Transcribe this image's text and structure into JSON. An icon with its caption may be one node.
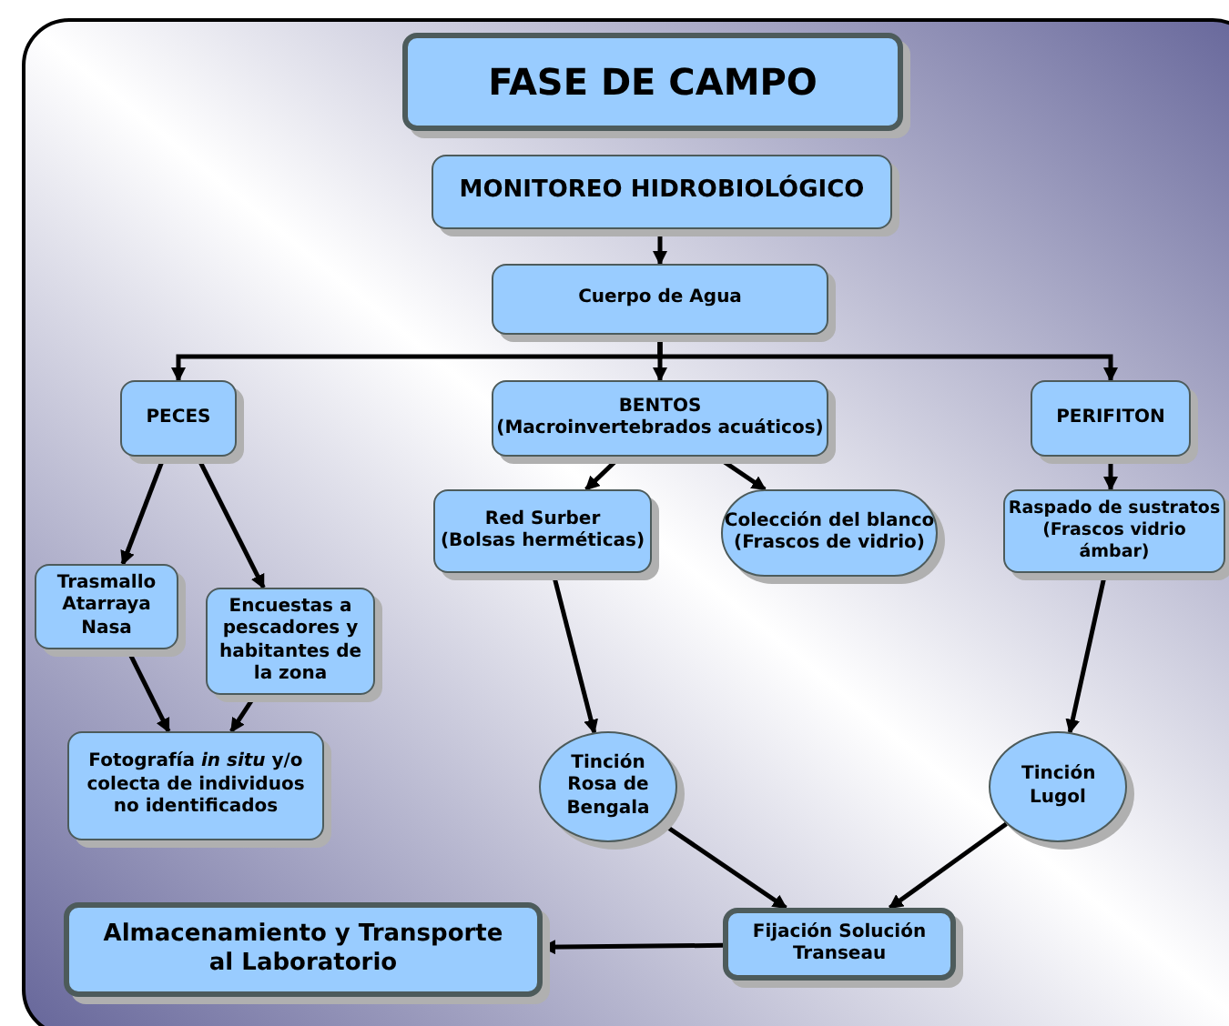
{
  "diagram": {
    "nodes": [
      {
        "text": [
          "FASE DE CAMPO"
        ]
      },
      {
        "text": [
          "MONITOREO HIDROBIOLÓGICO"
        ]
      },
      {
        "text": [
          "Cuerpo de Agua"
        ]
      },
      {
        "text": [
          "PECES"
        ]
      },
      {
        "text": [
          "BENTOS",
          "(Macroinvertebrados acuáticos)"
        ]
      },
      {
        "text": [
          "PERIFITON"
        ]
      },
      {
        "text": [
          "Red Surber",
          "(Bolsas herméticas)"
        ]
      },
      {
        "text": [
          "Colección del blanco",
          "(Frascos de vidrio)"
        ]
      },
      {
        "text": [
          "Raspado de sustratos",
          "(Frascos vidrio ámbar)"
        ]
      },
      {
        "text": [
          "Trasmallo Atarraya Nasa"
        ]
      },
      {
        "text": [
          "Encuestas a pescadores y habitantes de la zona"
        ]
      },
      {
        "text": [
          "Fotografía *in situ* y/o colecta de individuos no identificados"
        ]
      },
      {
        "text": [
          "Tinción Rosa de Bengala"
        ]
      },
      {
        "text": [
          "Tinción Lugol"
        ]
      },
      {
        "text": [
          "Almacenamiento y Transporte al Laboratorio"
        ]
      },
      {
        "text": [
          "Fijación Solución Transeau"
        ]
      }
    ],
    "edges": [
      {
        "from": 1,
        "to": 2,
        "arrow": "to"
      },
      {
        "from": 2,
        "to": 3,
        "arrow": "to"
      },
      {
        "from": 2,
        "to": 4,
        "arrow": "to"
      },
      {
        "from": 2,
        "to": 5,
        "arrow": "to"
      },
      {
        "from": 3,
        "to": 9,
        "arrow": "to"
      },
      {
        "from": 3,
        "to": 10,
        "arrow": "to"
      },
      {
        "from": 4,
        "to": 6,
        "arrow": "to"
      },
      {
        "from": 4,
        "to": 7,
        "arrow": "to"
      },
      {
        "from": 5,
        "to": 8,
        "arrow": "to"
      },
      {
        "from": 9,
        "to": 11,
        "arrow": "to"
      },
      {
        "from": 10,
        "to": 11,
        "arrow": "to"
      },
      {
        "from": 6,
        "to": 12,
        "arrow": "to"
      },
      {
        "from": 8,
        "to": 13,
        "arrow": "to"
      },
      {
        "from": 12,
        "to": 15,
        "arrow": "to"
      },
      {
        "from": 13,
        "to": 15,
        "arrow": "to"
      },
      {
        "from": 15,
        "to": 14,
        "arrow": "to"
      }
    ]
  }
}
